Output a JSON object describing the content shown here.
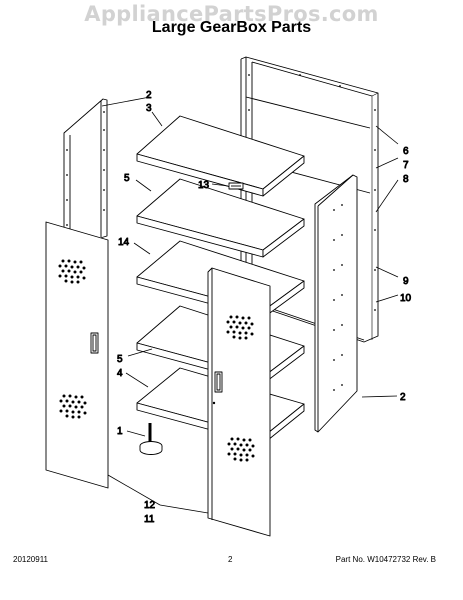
{
  "watermark": "AppliancePartsPros.com",
  "title": "Large GearBox Parts",
  "callouts": {
    "c1": "1",
    "c2a": "2",
    "c2b": "2",
    "c3": "3",
    "c4": "4",
    "c5a": "5",
    "c5b": "5",
    "c6": "6",
    "c7": "7",
    "c8": "8",
    "c9": "9",
    "c10": "10",
    "c11": "11",
    "c12": "12",
    "c13": "13",
    "c14": "14"
  },
  "footer": {
    "date": "20120911",
    "page": "2",
    "part_number": "Part No. W10472732  Rev. B"
  },
  "colors": {
    "line": "#000000",
    "watermark": "#d2d2d2",
    "background": "#ffffff"
  }
}
